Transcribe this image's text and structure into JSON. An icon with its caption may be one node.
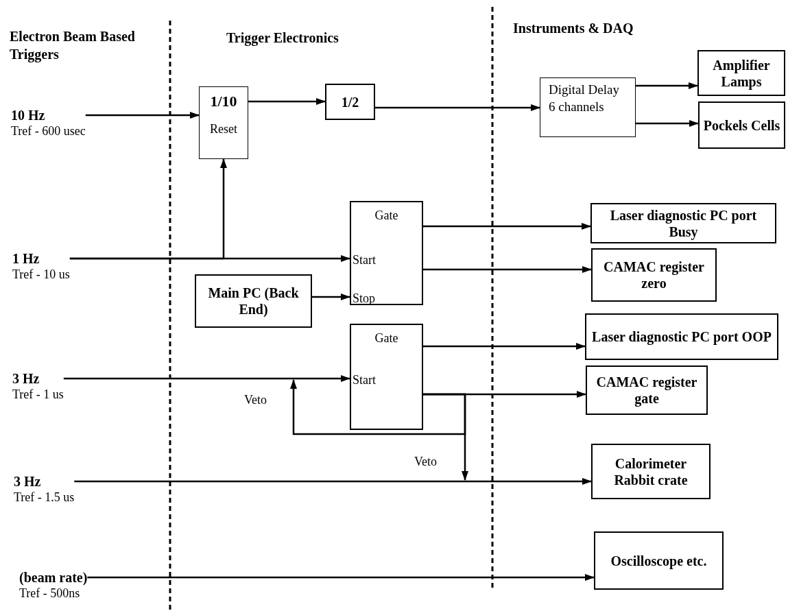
{
  "diagram": {
    "nodes": [
      {
        "text": [
          "10 Hz",
          "Tref - 600 usec"
        ]
      },
      {
        "text": [
          "1 Hz",
          "Tref - 10 us"
        ]
      },
      {
        "text": [
          "3 Hz",
          "Tref - 1 us"
        ]
      },
      {
        "text": [
          "3 Hz",
          "Tref - 1.5 us"
        ]
      },
      {
        "text": [
          "(beam rate)",
          "Tref - 500ns"
        ]
      },
      {
        "text": [
          "1/10",
          "Reset"
        ]
      },
      {
        "text": [
          "1/2"
        ]
      },
      {
        "text": [
          "Digital Delay 6 channels"
        ]
      },
      {
        "text": [
          "Amplifier Lamps"
        ]
      },
      {
        "text": [
          "Pockels Cells"
        ]
      },
      {
        "text": [
          "Gate",
          "Start",
          "Stop"
        ]
      },
      {
        "text": [
          "Main PC (Back End)"
        ]
      },
      {
        "text": [
          "Laser diagnostic PC port Busy"
        ]
      },
      {
        "text": [
          "CAMAC register zero"
        ]
      },
      {
        "text": [
          "Gate",
          "Start"
        ]
      },
      {
        "text": [
          "Laser diagnostic PC port OOP"
        ]
      },
      {
        "text": [
          "CAMAC register gate"
        ]
      },
      {
        "text": [
          "Calorimeter Rabbit crate"
        ]
      },
      {
        "text": [
          "Oscilloscope etc."
        ]
      }
    ],
    "edges": [
      {
        "from": 0,
        "to": 5,
        "arrow": "to"
      },
      {
        "from": 5,
        "to": 6,
        "arrow": "to"
      },
      {
        "from": 6,
        "to": 7,
        "arrow": "to"
      },
      {
        "from": 7,
        "to": 8,
        "arrow": "to"
      },
      {
        "from": 7,
        "to": 9,
        "arrow": "to"
      },
      {
        "from": 1,
        "to": 10,
        "arrow": "to"
      },
      {
        "from": 1,
        "to": 5,
        "arrow": "to"
      },
      {
        "from": 11,
        "to": 10,
        "arrow": "to"
      },
      {
        "from": 10,
        "to": 12,
        "arrow": "to"
      },
      {
        "from": 10,
        "to": 13,
        "arrow": "to"
      },
      {
        "from": 2,
        "to": 14,
        "arrow": "to"
      },
      {
        "from": 14,
        "to": 15,
        "arrow": "to"
      },
      {
        "from": 14,
        "to": 16,
        "arrow": "to"
      },
      {
        "from": 14,
        "to": null,
        "arrow": "to",
        "label": "Veto"
      },
      {
        "from": 14,
        "to": null,
        "arrow": "to",
        "label": "Veto"
      },
      {
        "from": 3,
        "to": 17,
        "arrow": "to"
      },
      {
        "from": 4,
        "to": 18,
        "arrow": "to"
      }
    ],
    "labels": [
      "Electron Beam Based Triggers",
      "Trigger Electronics",
      "Instruments & DAQ"
    ]
  }
}
